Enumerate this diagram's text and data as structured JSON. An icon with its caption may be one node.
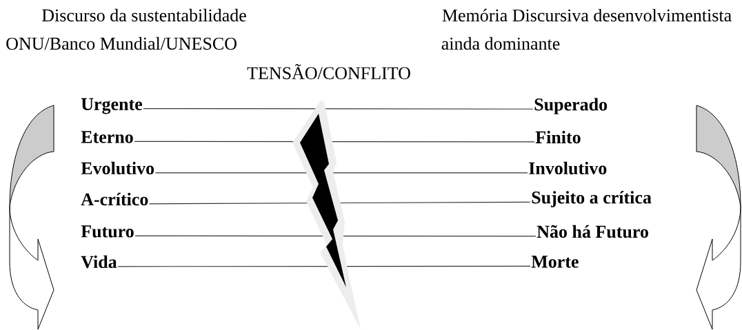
{
  "diagram": {
    "labels": [
      "Discurso da sustentabilidade",
      "Memória Discursiva desenvolvimentista",
      "ONU/Banco Mundial/UNESCO",
      "ainda dominante",
      "TENSÃO/CONFLITO",
      "Urgente",
      "Superado",
      "Eterno",
      "Finito",
      "Evolutivo",
      "Involutivo",
      "A-crítico",
      "Sujeito a crítica",
      "Futuro",
      "Não há Futuro",
      "Vida",
      "Morte"
    ]
  }
}
